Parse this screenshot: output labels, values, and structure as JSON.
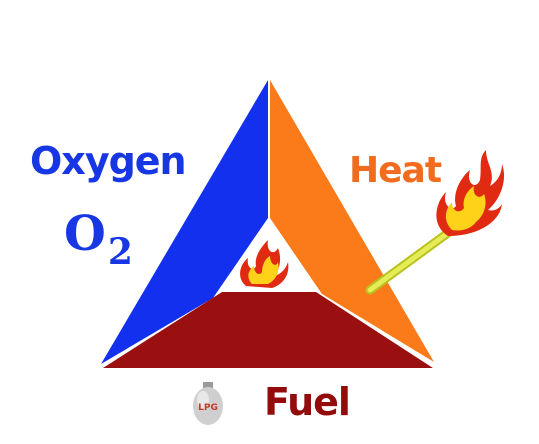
{
  "labels": {
    "oxygen": "Oxygen",
    "heat": "Heat",
    "fuel": "Fuel",
    "oxygen_formula_element": "O",
    "oxygen_formula_subscript": "2",
    "lpg": "LPG"
  },
  "colors": {
    "oxygen": "#1736e4",
    "heat": "#f26c1f",
    "fuel": "#930b0b",
    "oxygen_side": "#1230ee",
    "heat_side": "#fb7a1a",
    "fuel_side": "#9a1010",
    "match_stick": "#d9e23a",
    "flame_outer": "#e02a12",
    "flame_inner": "#ffd21a",
    "cylinder": "#c8c8c8"
  },
  "icons": {
    "center_flame": "flame-icon",
    "match_flame": "flame-icon",
    "match": "match-stick-icon",
    "gas_cylinder": "lpg-cylinder-icon"
  }
}
